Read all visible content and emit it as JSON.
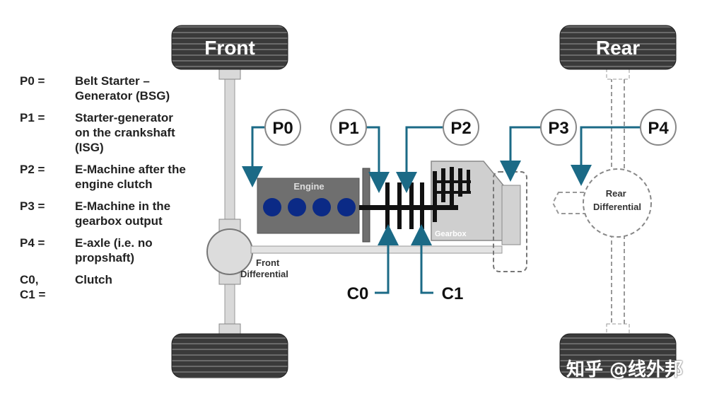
{
  "wheels": {
    "front_label": "Front",
    "rear_label": "Rear"
  },
  "legend": [
    {
      "key": "P0 =",
      "desc": "Belt Starter –\nGenerator (BSG)"
    },
    {
      "key": "P1 =",
      "desc": "Starter-generator\non the crankshaft\n(ISG)"
    },
    {
      "key": "P2 =",
      "desc": "E-Machine after the\nengine clutch"
    },
    {
      "key": "P3 =",
      "desc": "E-Machine in the\ngearbox output"
    },
    {
      "key": "P4 =",
      "desc": "E-axle (i.e. no\npropshaft)"
    },
    {
      "key": "C0,\nC1 =",
      "desc": "Clutch"
    }
  ],
  "positions": {
    "p0": "P0",
    "p1": "P1",
    "p2": "P2",
    "p3": "P3",
    "p4": "P4"
  },
  "clutches": {
    "c0": "C0",
    "c1": "C1"
  },
  "components": {
    "engine": "Engine",
    "gearbox": "Gearbox",
    "front_diff": "Front\nDifferential",
    "rear_diff": "Rear\nDifferential"
  },
  "watermark": "知乎 @线外邦",
  "colors": {
    "arrow": "#1b6a86",
    "engine_block": "#6f6f6f",
    "cylinder": "#0b2a86",
    "tire": "#3a3a3a",
    "frame": "#d9d9d9"
  }
}
